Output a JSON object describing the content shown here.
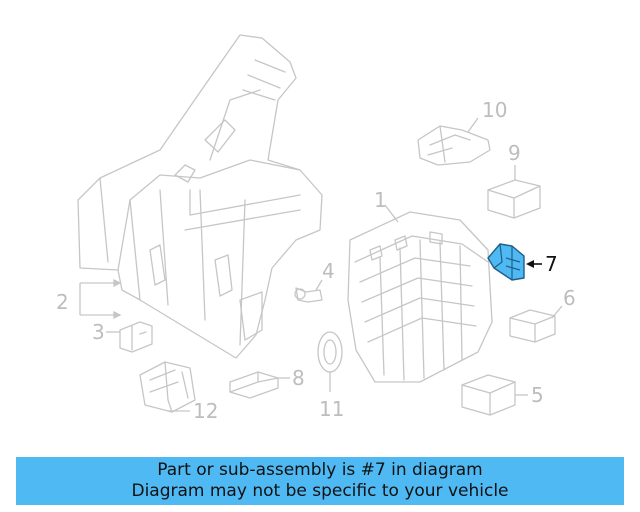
{
  "callouts": {
    "c1": "1",
    "c2": "2",
    "c3": "3",
    "c4": "4",
    "c5": "5",
    "c6": "6",
    "c7": "7",
    "c8": "8",
    "c9": "9",
    "c10": "10",
    "c11": "11",
    "c12": "12"
  },
  "highlight": {
    "callout": "7",
    "color": "#4fb9f3"
  },
  "banner": {
    "line1": "Part or sub-assembly is #7 in diagram",
    "line2": "Diagram may not be specific to your vehicle",
    "background": "#4fb9f3"
  }
}
